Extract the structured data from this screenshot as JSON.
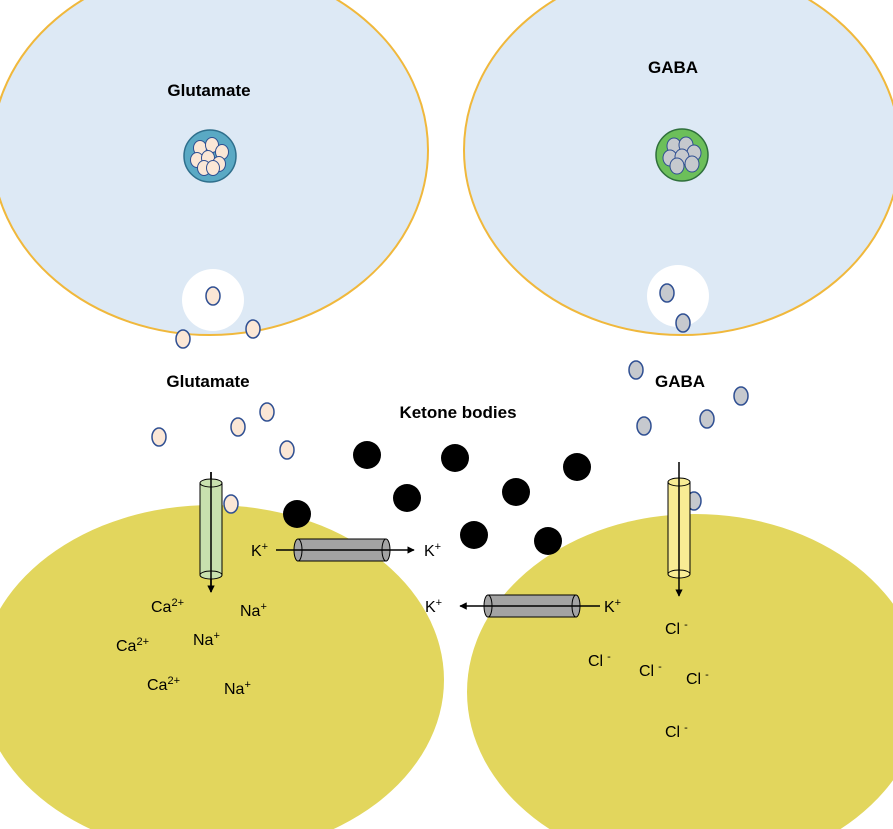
{
  "colors": {
    "presynaptic_fill": "#dde9f5",
    "presynaptic_border": "#f0b83c",
    "postsynaptic_fill": "#e2d65d",
    "glutamate_molecule": "#fbe7d6",
    "gaba_molecule": "#c6c9ce",
    "molecule_border": "#2f4f92",
    "glutamate_vesicle": "#5aa9c4",
    "gaba_vesicle": "#6cbf5a",
    "glutamate_receptor": "#c8e0ae",
    "gaba_receptor": "#f8ec94",
    "potassium_channel": "#a3a3a3",
    "ketone_body": "#000000"
  },
  "labels": {
    "glutamate_top": "Glutamate",
    "gaba_top": "GABA",
    "glutamate_cleft": "Glutamate",
    "gaba_cleft": "GABA",
    "ketone_bodies": "Ketone bodies"
  },
  "ions": {
    "k": {
      "base": "K",
      "sup": "+"
    },
    "ca": {
      "base": "Ca",
      "sup": "2+"
    },
    "na": {
      "base": "Na",
      "sup": "+"
    },
    "cl": {
      "base": "Cl",
      "sup": "-"
    }
  }
}
